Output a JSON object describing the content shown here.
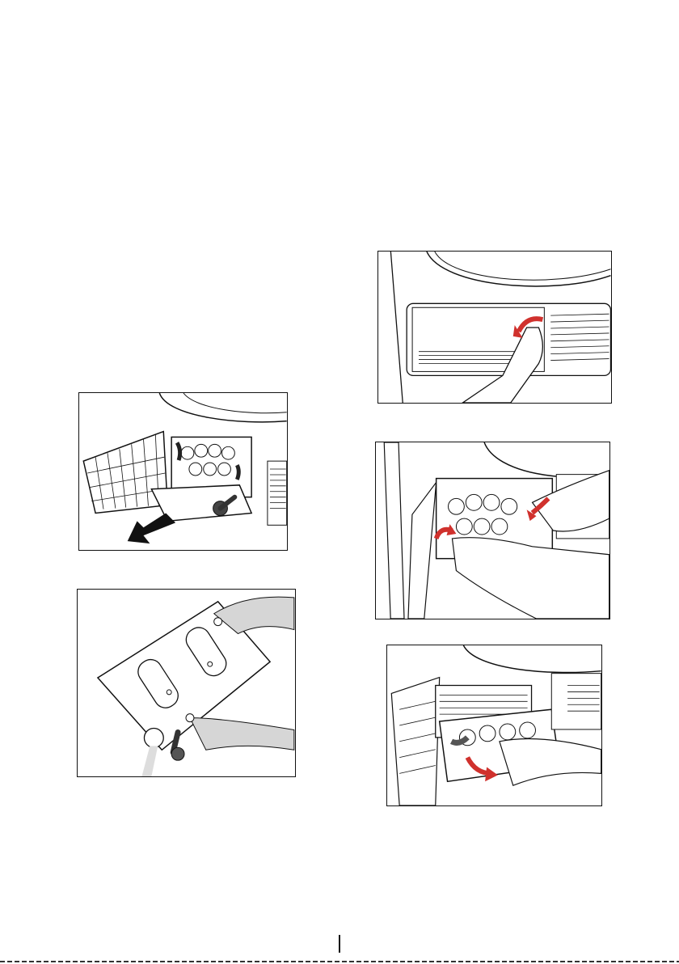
{
  "figures": [
    {
      "id": "fig-a",
      "icon": "open-kickplate-pull-water-tank-illustration"
    },
    {
      "id": "fig-b",
      "icon": "empty-water-tank-illustration"
    },
    {
      "id": "fig-c",
      "icon": "open-kickplate-cover-illustration"
    },
    {
      "id": "fig-d",
      "icon": "release-condenser-clamps-illustration"
    },
    {
      "id": "fig-e",
      "icon": "pull-out-condenser-illustration"
    }
  ],
  "colors": {
    "arrow": "#d0312d",
    "line": "#111111",
    "hand": "#d6d6d6",
    "dark": "#333333"
  }
}
